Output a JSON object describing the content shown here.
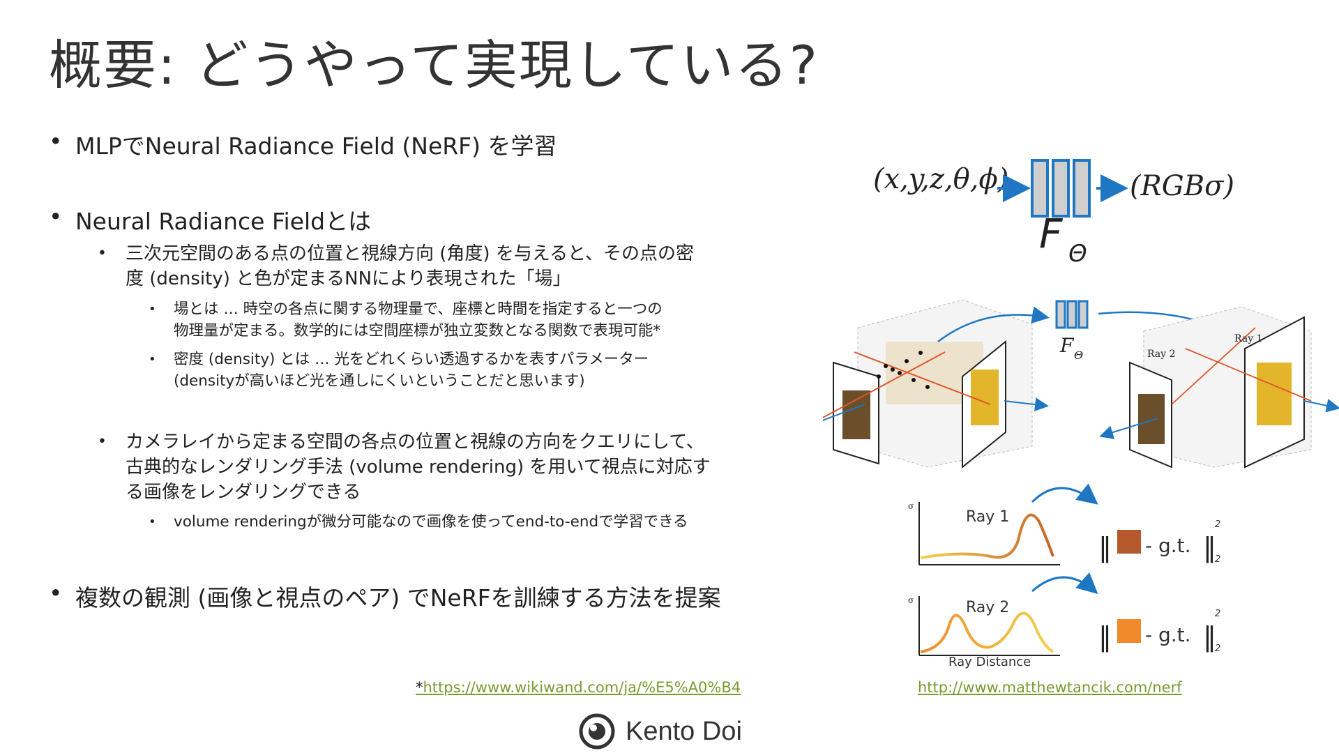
{
  "title": "概要: どうやって実現している?",
  "bullets": {
    "b1": "MLPでNeural Radiance Field (NeRF) を学習",
    "b2": "Neural Radiance Fieldとは",
    "b2_1_line1": "三次元空間のある点の位置と視線方向 (角度) を与えると、その点の密",
    "b2_1_line2": "度 (density) と色が定まるNNにより表現された「場」",
    "b2_1_1_line1": "場とは … 時空の各点に関する物理量で、座標と時間を指定すると一つの",
    "b2_1_1_line2": "物理量が定まる。数学的には空間座標が独立変数となる関数で表現可能*",
    "b2_1_2_line1": "密度 (density) とは … 光をどれくらい透過するかを表すパラメーター",
    "b2_1_2_line2": "(densityが高いほど光を通しにくいということだと思います)",
    "b2_2_line1": "カメラレイから定まる空間の各点の位置と視線の方向をクエリにして、",
    "b2_2_line2": "古典的なレンダリング手法 (volume rendering) を用いて視点に対応す",
    "b2_2_line3": "る画像をレンダリングできる",
    "b2_2_1": "volume renderingが微分可能なので画像を使ってend-to-endで学習できる",
    "b3": "複数の観測 (画像と視点のペア) でNeRFを訓練する方法を提案"
  },
  "footnote": {
    "star": "*",
    "wiki_url": "https://www.wikiwand.com/ja/%E5%A0%B4",
    "nerf_url": "http://www.matthewtancik.com/nerf"
  },
  "figure": {
    "input": "(x,y,z,θ,ϕ)",
    "output": "(RGBσ)",
    "net_label": "F",
    "net_sub": "Θ",
    "ray1": "Ray 1",
    "ray2": "Ray 2",
    "sigma": "σ",
    "gt": "- g.t.",
    "sup": "2",
    "sub": "2",
    "ray_distance": "Ray Distance"
  },
  "logo": {
    "name": "Kento Doi"
  },
  "colors": {
    "link": "#7a9a2e",
    "net_blue": "#1f77c4",
    "orange1": "#b5582a",
    "orange2": "#f08a2a"
  }
}
